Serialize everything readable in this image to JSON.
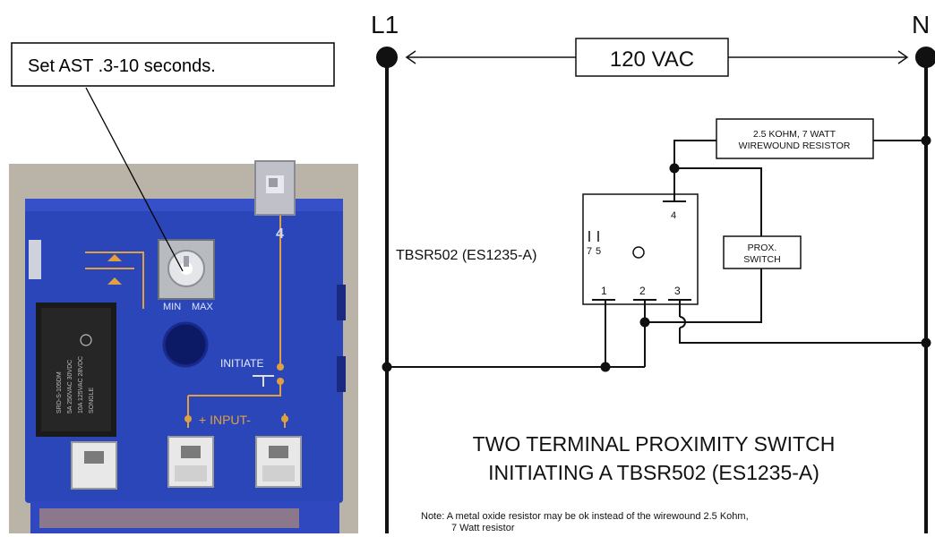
{
  "callout": {
    "text": "Set AST .3-10 seconds."
  },
  "photo": {
    "knob_min": "MIN",
    "knob_max": "MAX",
    "initiate_label": "INITIATE",
    "input_label": "+ INPUT-",
    "terminal_number": "4",
    "colors": {
      "housing": "#2a46b8",
      "relay": "#1a1a1a",
      "trace": "#e0a040"
    }
  },
  "diagram": {
    "rail_left": "L1",
    "rail_right": "N",
    "supply": "120 VAC",
    "resistor_line1": "2.5 KOHM, 7 WATT",
    "resistor_line2": "WIREWOUND RESISTOR",
    "prox_line1": "PROX.",
    "prox_line2": "SWITCH",
    "device_label": "TBSR502 (ES1235-A)",
    "pin1": "1",
    "pin2": "2",
    "pin3": "3",
    "pin4": "4",
    "pin7": "7",
    "pin5": "5",
    "title_line1": "TWO TERMINAL PROXIMITY SWITCH",
    "title_line2": "INITIATING A TBSR502 (ES1235-A)",
    "note_line1": "Note: A metal oxide resistor may be ok instead of the wirewound 2.5 Kohm,",
    "note_line2": "7 Watt resistor"
  }
}
